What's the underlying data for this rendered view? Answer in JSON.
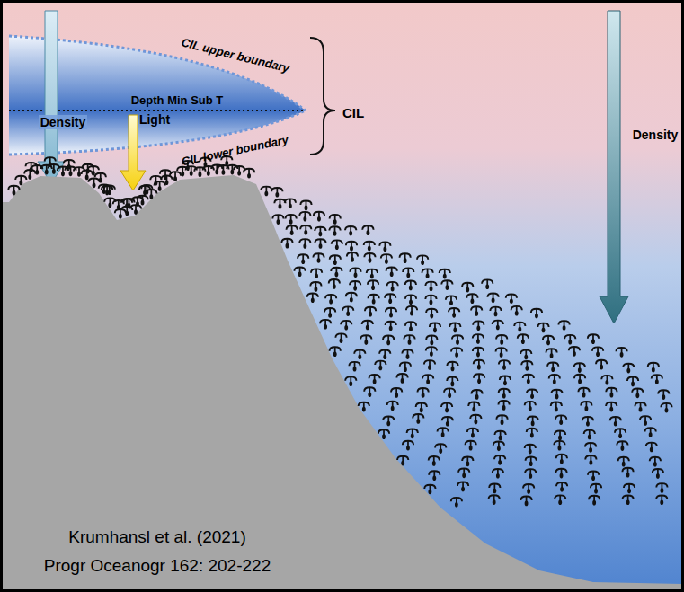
{
  "diagram": {
    "labels": [
      "CIL upper boundary",
      "Depth Min Sub T",
      "Density",
      "Light",
      "CIL lower boundary",
      "CIL",
      "Density",
      "Krumhansl et al. (2021)",
      "Progr Oceanogr 162: 202-222"
    ]
  }
}
